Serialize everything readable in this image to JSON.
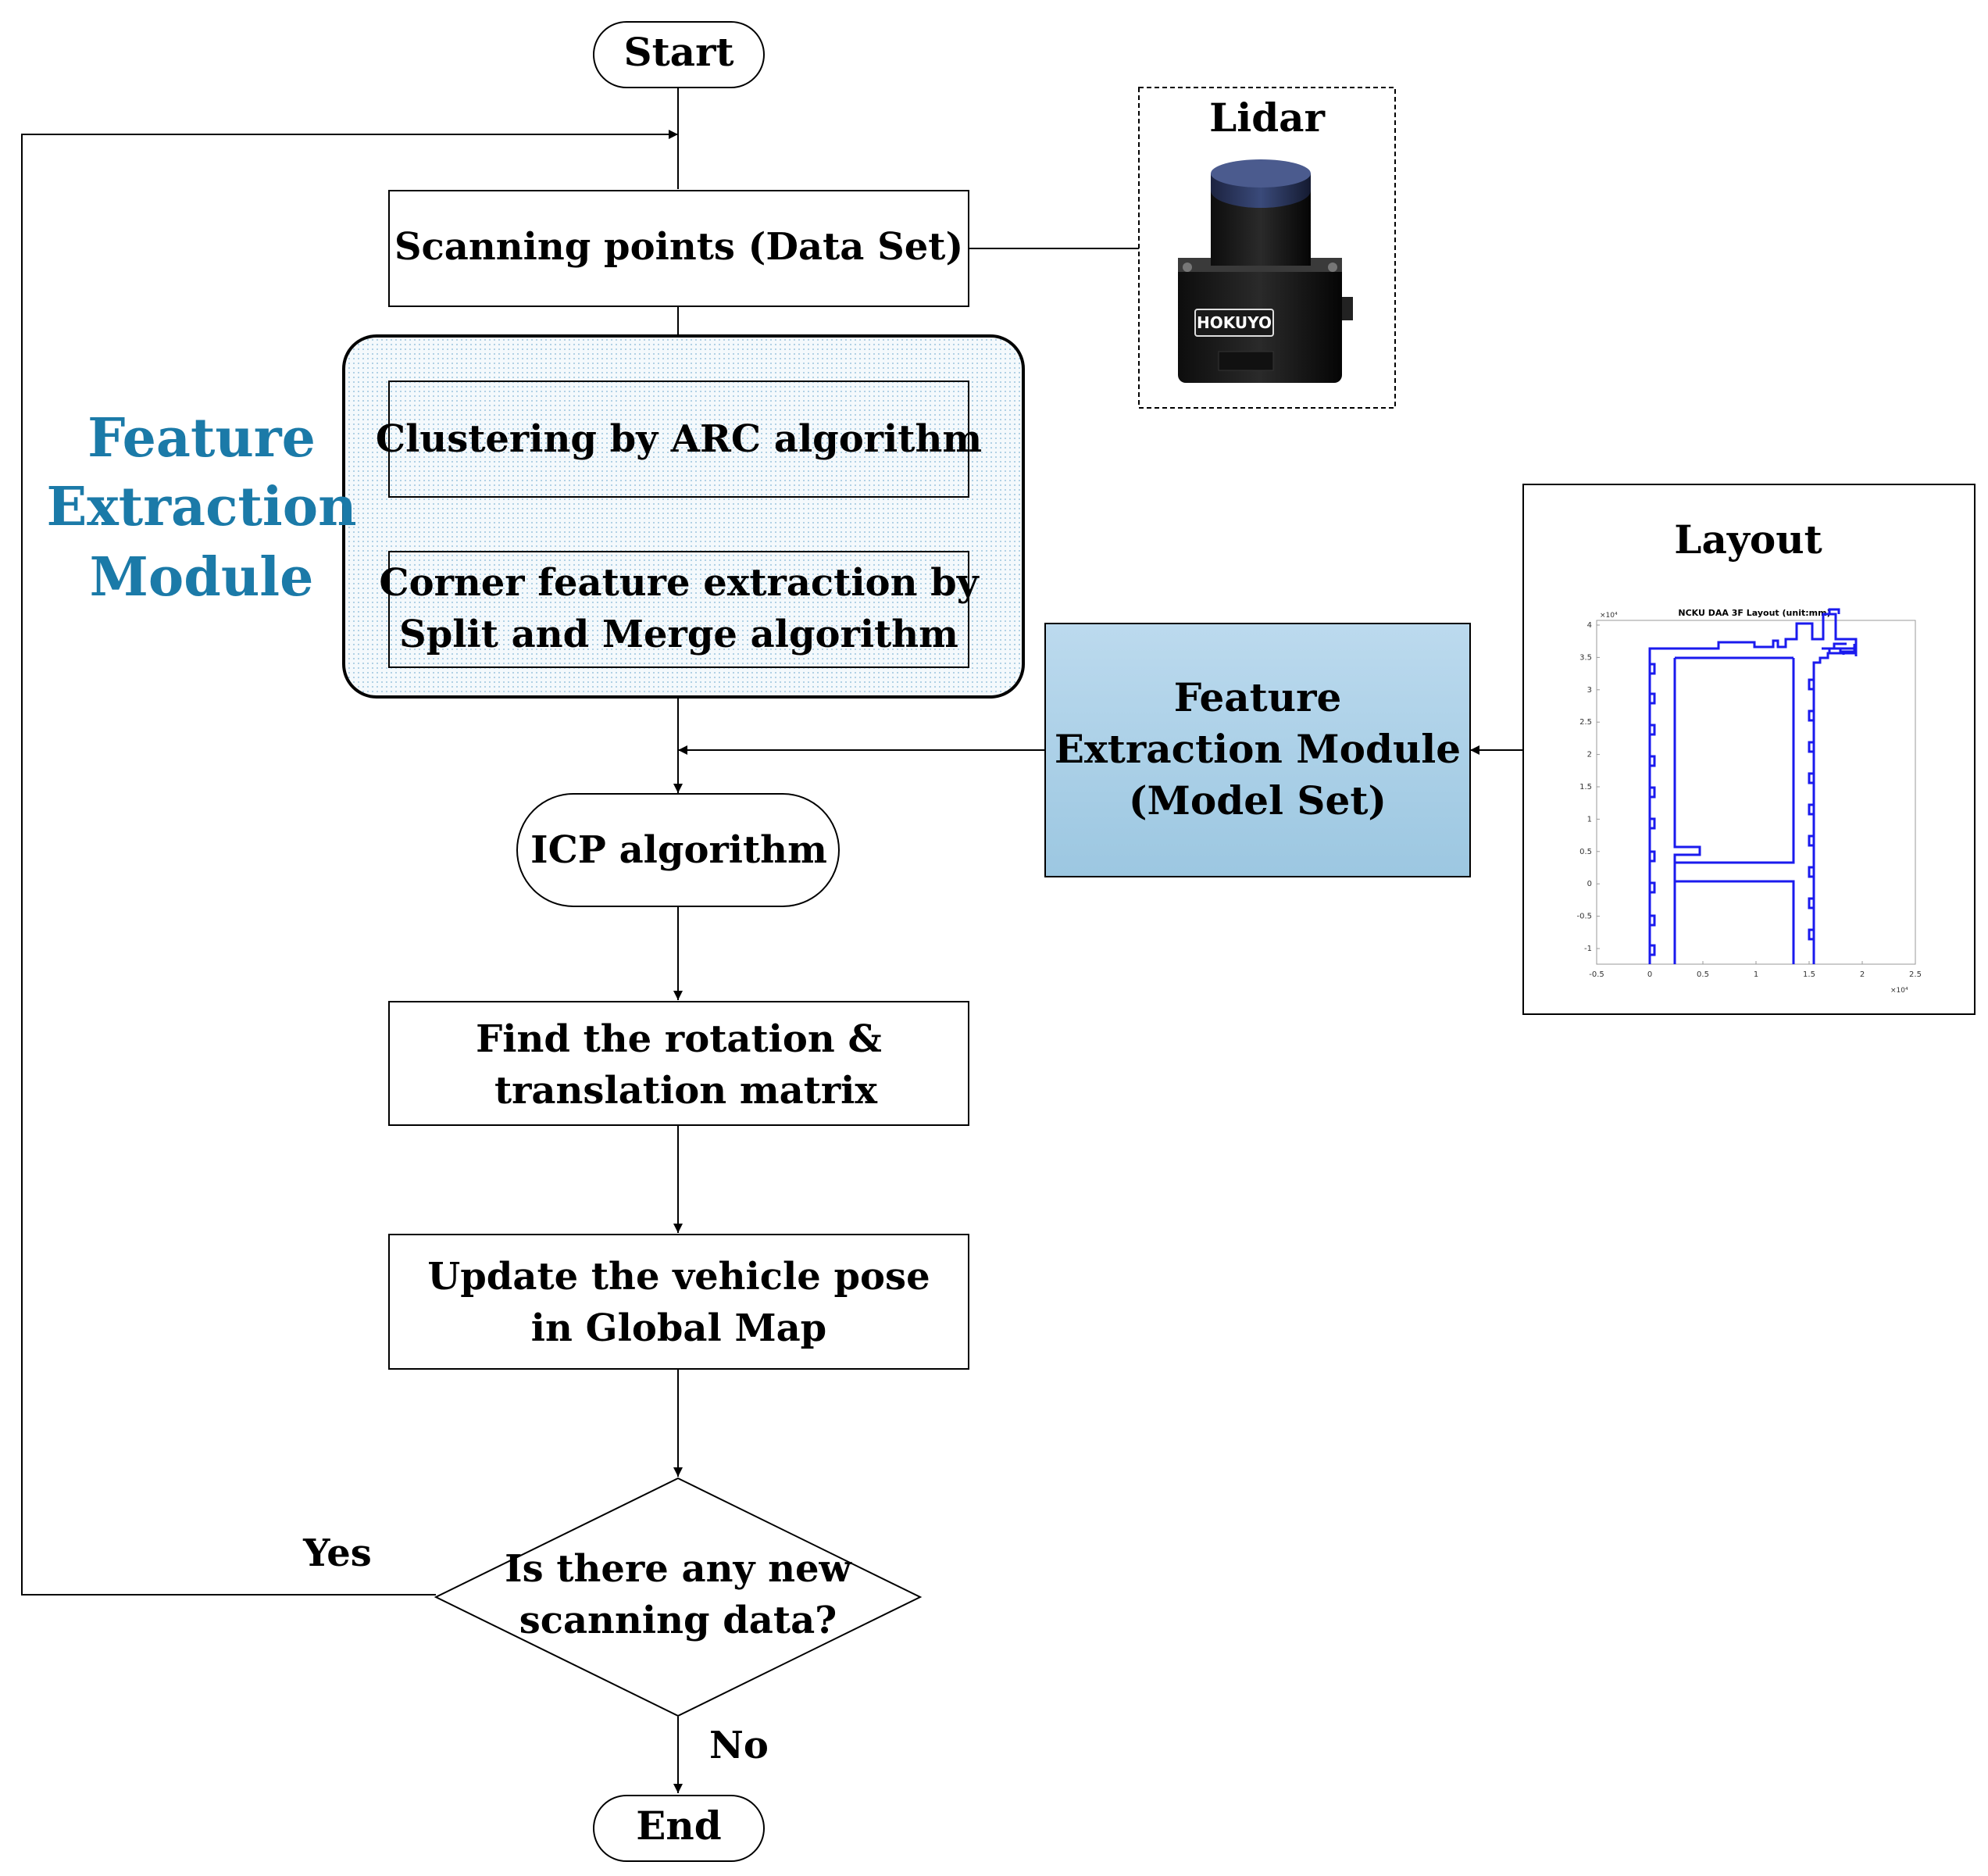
{
  "nodes": {
    "start": "Start",
    "scanning": "Scanning points (Data Set)",
    "clustering": "Clustering by ARC algorithm",
    "corner_line1": "Corner feature extraction by",
    "corner_line2": "Split and Merge algorithm",
    "icp": "ICP algorithm",
    "find_line1": "Find the rotation &",
    "find_line2": "translation matrix",
    "update_line1": "Update the vehicle pose",
    "update_line2": "in Global Map",
    "decision_line1": "Is there any new",
    "decision_line2": "scanning data?",
    "end": "End"
  },
  "edge_labels": {
    "yes": "Yes",
    "no": "No"
  },
  "module_label": {
    "line1": "Feature",
    "line2": "Extraction",
    "line3": "Module"
  },
  "model_set": {
    "line1": "Feature",
    "line2": "Extraction Module",
    "line3": "(Model Set)"
  },
  "lidar": {
    "title": "Lidar",
    "brand": "HOKUYO"
  },
  "layout": {
    "title": "Layout",
    "plot_title": "NCKU DAA 3F Layout (unit:mm)",
    "y_exponent": "×10⁴",
    "x_exponent": "×10⁴",
    "y_ticks": [
      "4",
      "3.5",
      "3",
      "2.5",
      "2",
      "1.5",
      "1",
      "0.5",
      "0",
      "-0.5",
      "-1"
    ],
    "x_ticks": [
      "-0.5",
      "0",
      "0.5",
      "1",
      "1.5",
      "2",
      "2.5"
    ]
  },
  "colors": {
    "module_label": "#1b7aa8",
    "model_set_fill": "#a9cfe6",
    "layout_line": "#1a1aee"
  }
}
